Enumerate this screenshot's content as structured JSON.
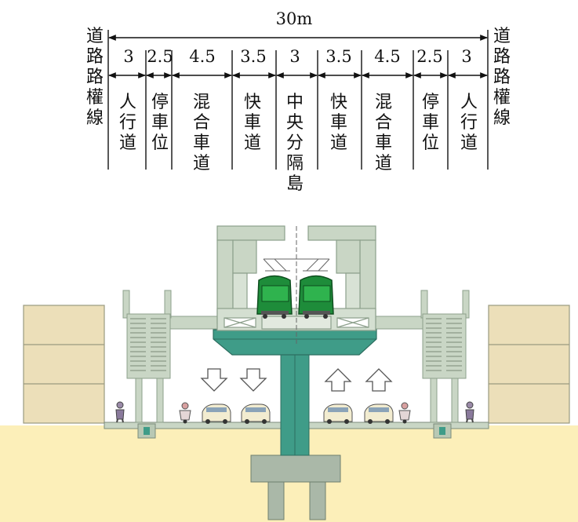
{
  "dimension": {
    "total_width": "30m",
    "boundary_label": "道路路權線",
    "segments": [
      {
        "width": "3",
        "name": "人行道"
      },
      {
        "width": "2.5",
        "name": "停車位"
      },
      {
        "width": "4.5",
        "name": "混合車道"
      },
      {
        "width": "3.5",
        "name": "快車道"
      },
      {
        "width": "3",
        "name": "中央分隔島"
      },
      {
        "width": "3.5",
        "name": "快車道"
      },
      {
        "width": "4.5",
        "name": "混合車道"
      },
      {
        "width": "2.5",
        "name": "停車位"
      },
      {
        "width": "3",
        "name": "人行道"
      }
    ]
  },
  "colors": {
    "ground": "#fcefb9",
    "concrete": "#c9d6c5",
    "concrete_dark": "#9fb3a0",
    "pier": "#3f9c88",
    "tram": "#1e8c3a",
    "building": "#ecdfb9"
  }
}
